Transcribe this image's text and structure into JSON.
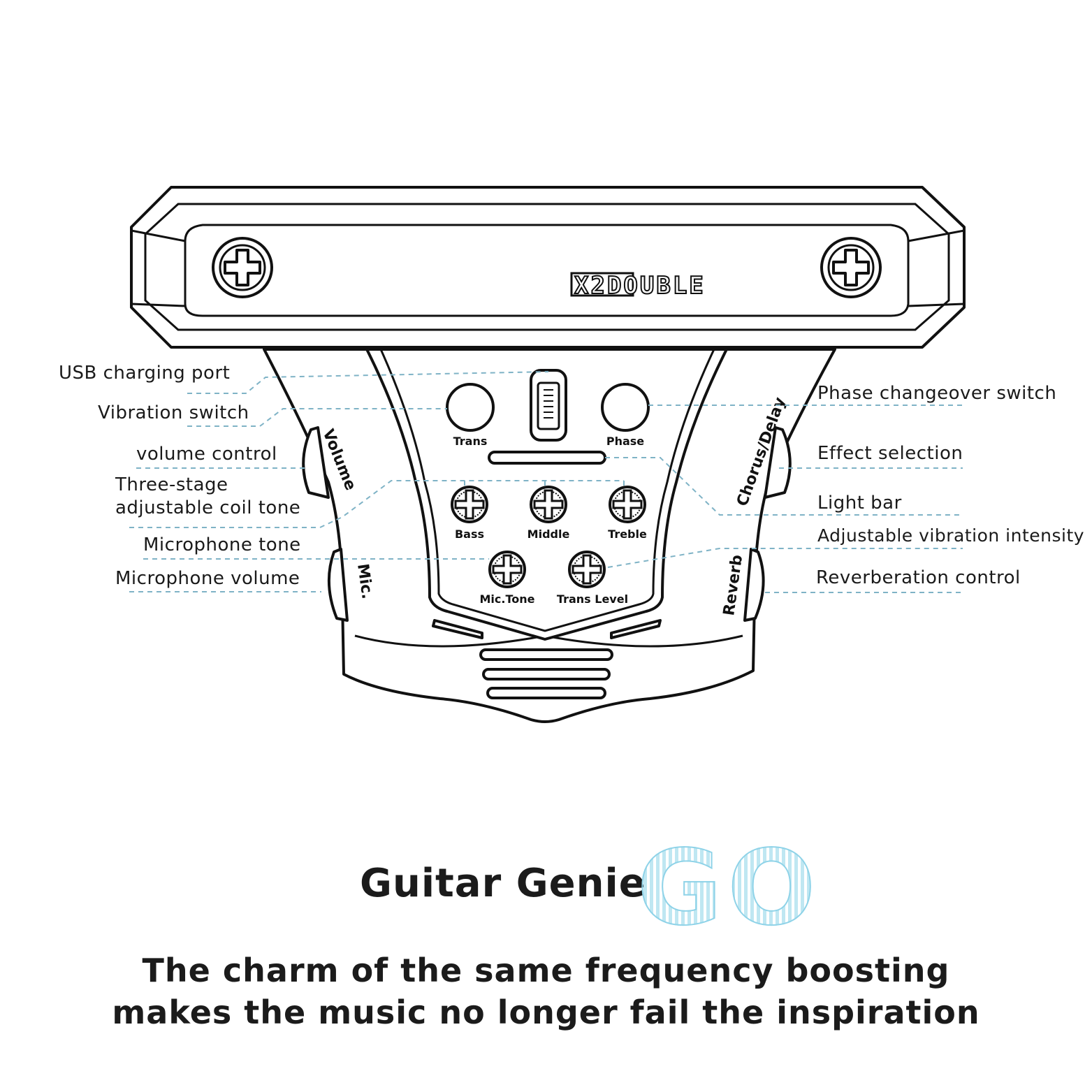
{
  "product": {
    "logo_text": "X2DOUBLE",
    "name": "Guitar Genie",
    "name_suffix": "GO"
  },
  "panel": {
    "knobs": {
      "trans": "Trans",
      "phase": "Phase",
      "bass": "Bass",
      "middle": "Middle",
      "treble": "Treble",
      "mic_tone": "Mic.Tone",
      "trans_level": "Trans Level"
    },
    "side": {
      "volume": "Volume",
      "mic": "Mic.",
      "chorus_delay": "Chorus/Delay",
      "reverb": "Reverb"
    }
  },
  "callouts": {
    "left": [
      "USB charging port",
      "Vibration switch",
      "volume control",
      "Three-stage",
      "adjustable coil tone",
      "Microphone tone",
      "Microphone volume"
    ],
    "right": [
      "Phase changeover switch",
      "Effect selection",
      "Light bar",
      "Adjustable vibration intensity",
      "Reverberation control"
    ]
  },
  "tagline": {
    "line1": "The charm of the same frequency boosting",
    "line2": "makes the music no longer fail the inspiration"
  }
}
